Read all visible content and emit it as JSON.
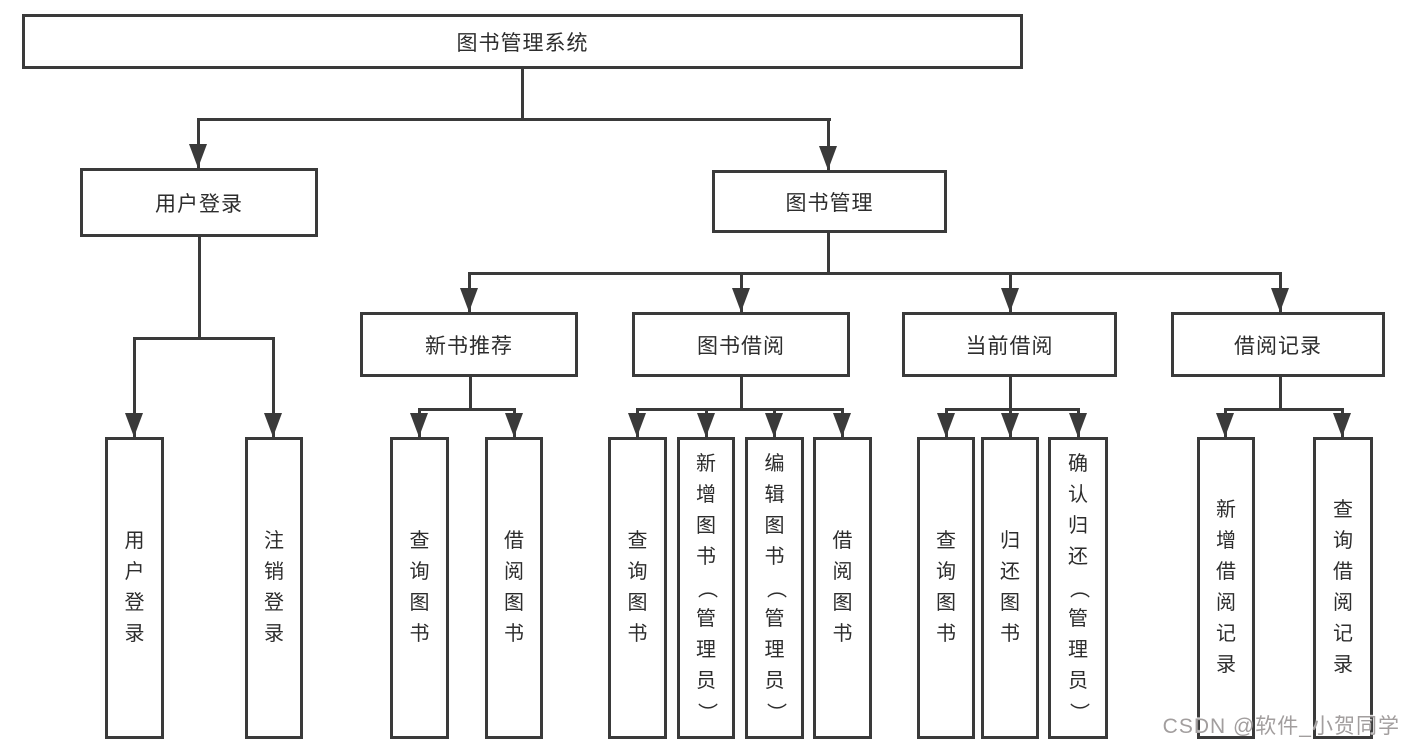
{
  "tree": {
    "root": {
      "label": "图书管理系统"
    },
    "branches": [
      {
        "label": "用户登录",
        "children": [
          {
            "label": "用户登录"
          },
          {
            "label": "注销登录"
          }
        ]
      },
      {
        "label": "图书管理",
        "groups": [
          {
            "label": "新书推荐",
            "children": [
              {
                "label": "查询图书"
              },
              {
                "label": "借阅图书"
              }
            ]
          },
          {
            "label": "图书借阅",
            "children": [
              {
                "label": "查询图书"
              },
              {
                "label": "新增图书（管理员）"
              },
              {
                "label": "编辑图书（管理员）"
              },
              {
                "label": "借阅图书"
              }
            ]
          },
          {
            "label": "当前借阅",
            "children": [
              {
                "label": "查询图书"
              },
              {
                "label": "归还图书"
              },
              {
                "label": "确认归还（管理员）"
              }
            ]
          },
          {
            "label": "借阅记录",
            "children": [
              {
                "label": "新增借阅记录"
              },
              {
                "label": "查询借阅记录"
              }
            ]
          }
        ]
      }
    ]
  },
  "watermark": {
    "text": "CSDN @软件_小贺同学"
  },
  "colors": {
    "line": "#3a3a3a",
    "text": "#2d2d2d",
    "background": "#ffffff",
    "watermark": "#a29e9e"
  }
}
